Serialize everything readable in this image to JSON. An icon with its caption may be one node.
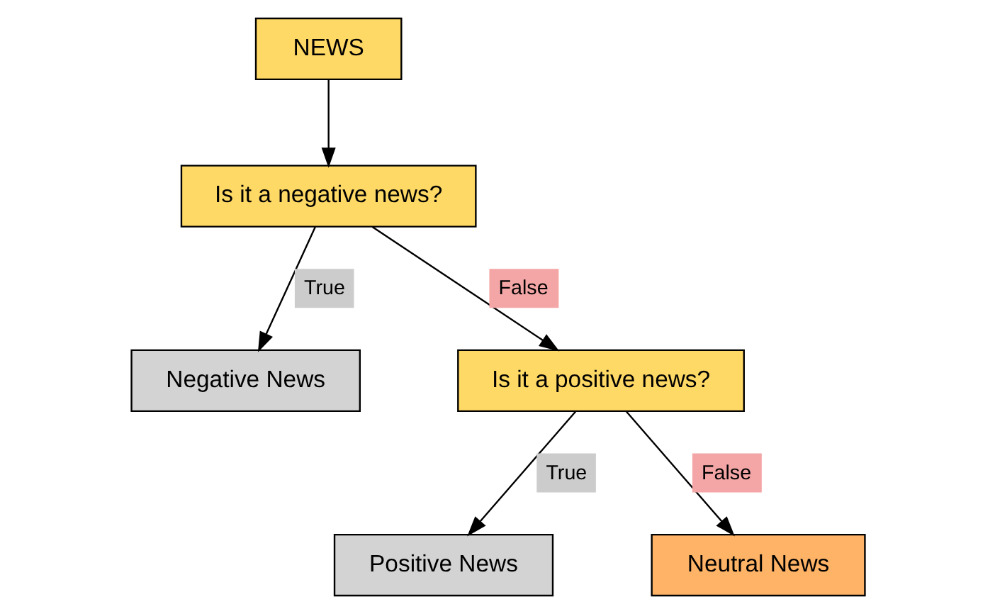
{
  "diagram": {
    "nodes": [
      {
        "text": [
          "NEWS"
        ]
      },
      {
        "text": [
          "Is it a negative news?"
        ]
      },
      {
        "text": [
          "Negative News"
        ]
      },
      {
        "text": [
          "Is it a positive news?"
        ]
      },
      {
        "text": [
          "Positive News"
        ]
      },
      {
        "text": [
          "Neutral News"
        ]
      }
    ],
    "edges": [
      {
        "from": 0,
        "to": 1,
        "arrow": "to"
      },
      {
        "from": 1,
        "to": 2,
        "arrow": "to",
        "label": "True"
      },
      {
        "from": 1,
        "to": 3,
        "arrow": "to",
        "label": "False"
      },
      {
        "from": 3,
        "to": 4,
        "arrow": "to",
        "label": "True"
      },
      {
        "from": 3,
        "to": 5,
        "arrow": "to",
        "label": "False"
      }
    ]
  }
}
